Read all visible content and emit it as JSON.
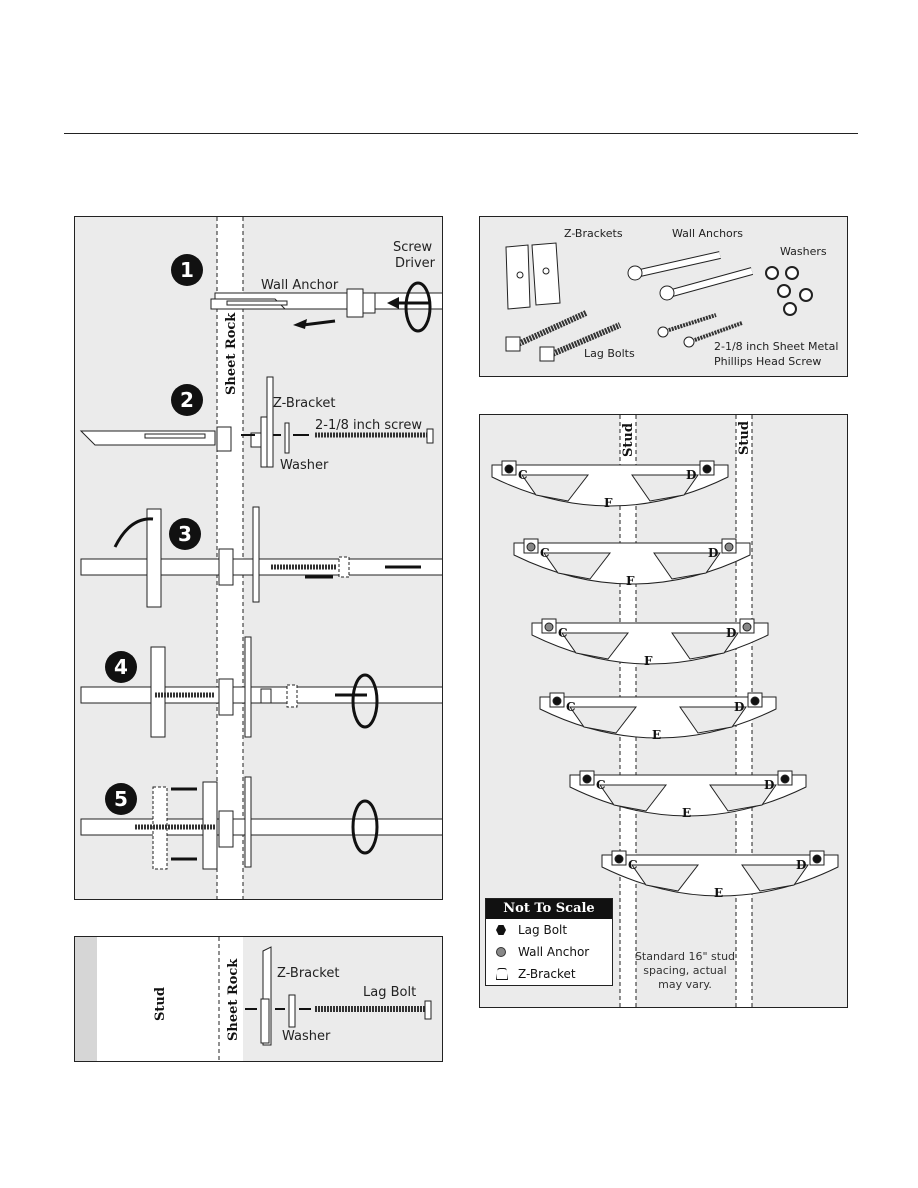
{
  "install_steps": {
    "wall_label": "Sheet Rock",
    "steps": [
      {
        "number": "1",
        "labels": [
          "Wall Anchor",
          "Screw",
          "Driver"
        ]
      },
      {
        "number": "2",
        "labels": [
          "Z-Bracket",
          "2-1/8 inch screw",
          "Washer"
        ]
      },
      {
        "number": "3",
        "labels": []
      },
      {
        "number": "4",
        "labels": []
      },
      {
        "number": "5",
        "labels": []
      }
    ]
  },
  "stud_panel": {
    "stud_label": "Stud",
    "wall_label": "Sheet Rock",
    "zbracket_label": "Z-Bracket",
    "lag_bolt_label": "Lag Bolt",
    "washer_label": "Washer"
  },
  "parts": {
    "z_brackets": "Z-Brackets",
    "wall_anchors": "Wall Anchors",
    "washers": "Washers",
    "lag_bolts": "Lag Bolts",
    "screw_line1": "2-1/8 inch Sheet Metal",
    "screw_line2": "Phillips Head Screw"
  },
  "layouts": {
    "stud_label": "Stud",
    "letters": {
      "c": "C",
      "d": "D",
      "f": "F",
      "e": "E"
    },
    "legend": {
      "title": "Not To Scale",
      "lag_bolt": "Lag Bolt",
      "wall_anchor": "Wall Anchor",
      "z_bracket": "Z-Bracket"
    },
    "note_line1": "Standard 16\" stud",
    "note_line2": "spacing, actual",
    "note_line3": "may vary."
  }
}
